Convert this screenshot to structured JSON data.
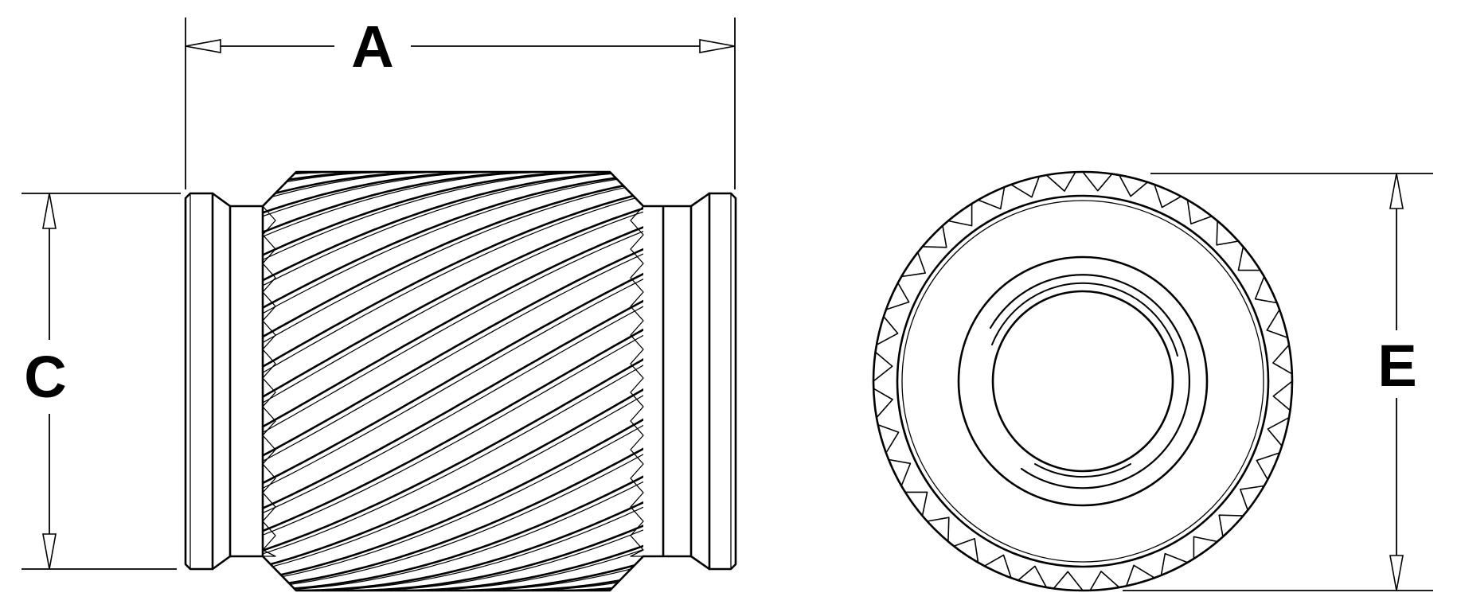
{
  "drawing": {
    "description": "Engineering drawing of a knurled threaded insert, side view and end view",
    "labels": {
      "a": "A",
      "c": "C",
      "e": "E"
    },
    "colors": {
      "line": "#000000",
      "background": "#ffffff"
    }
  }
}
